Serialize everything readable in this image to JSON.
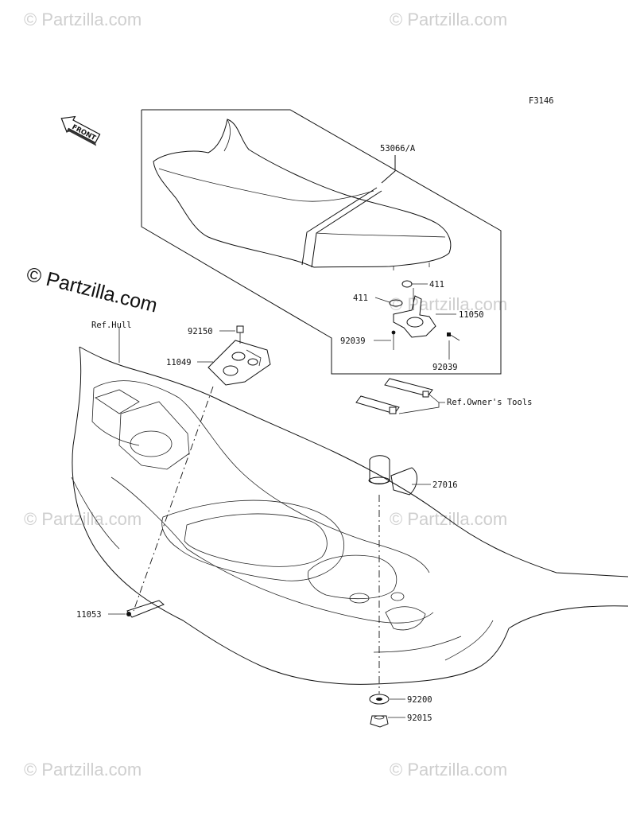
{
  "figure_code": "F3146",
  "front_label": "FRONT",
  "watermark": "© Partzilla.com",
  "watermark_main": "© Partzilla.com",
  "parts": {
    "seat": "53066/A",
    "washer_right": "411",
    "washer_left": "411",
    "bracket_right": "11050",
    "bolt_left_lower": "92039",
    "bolt_right_lower": "92039",
    "bolt_top": "92150",
    "bracket_left": "11049",
    "strap": "11053",
    "cap": "27016",
    "grommet": "92200",
    "nut": "92015"
  },
  "refs": {
    "hull": "Ref.Hull",
    "tools": "Ref.Owner's Tools"
  }
}
